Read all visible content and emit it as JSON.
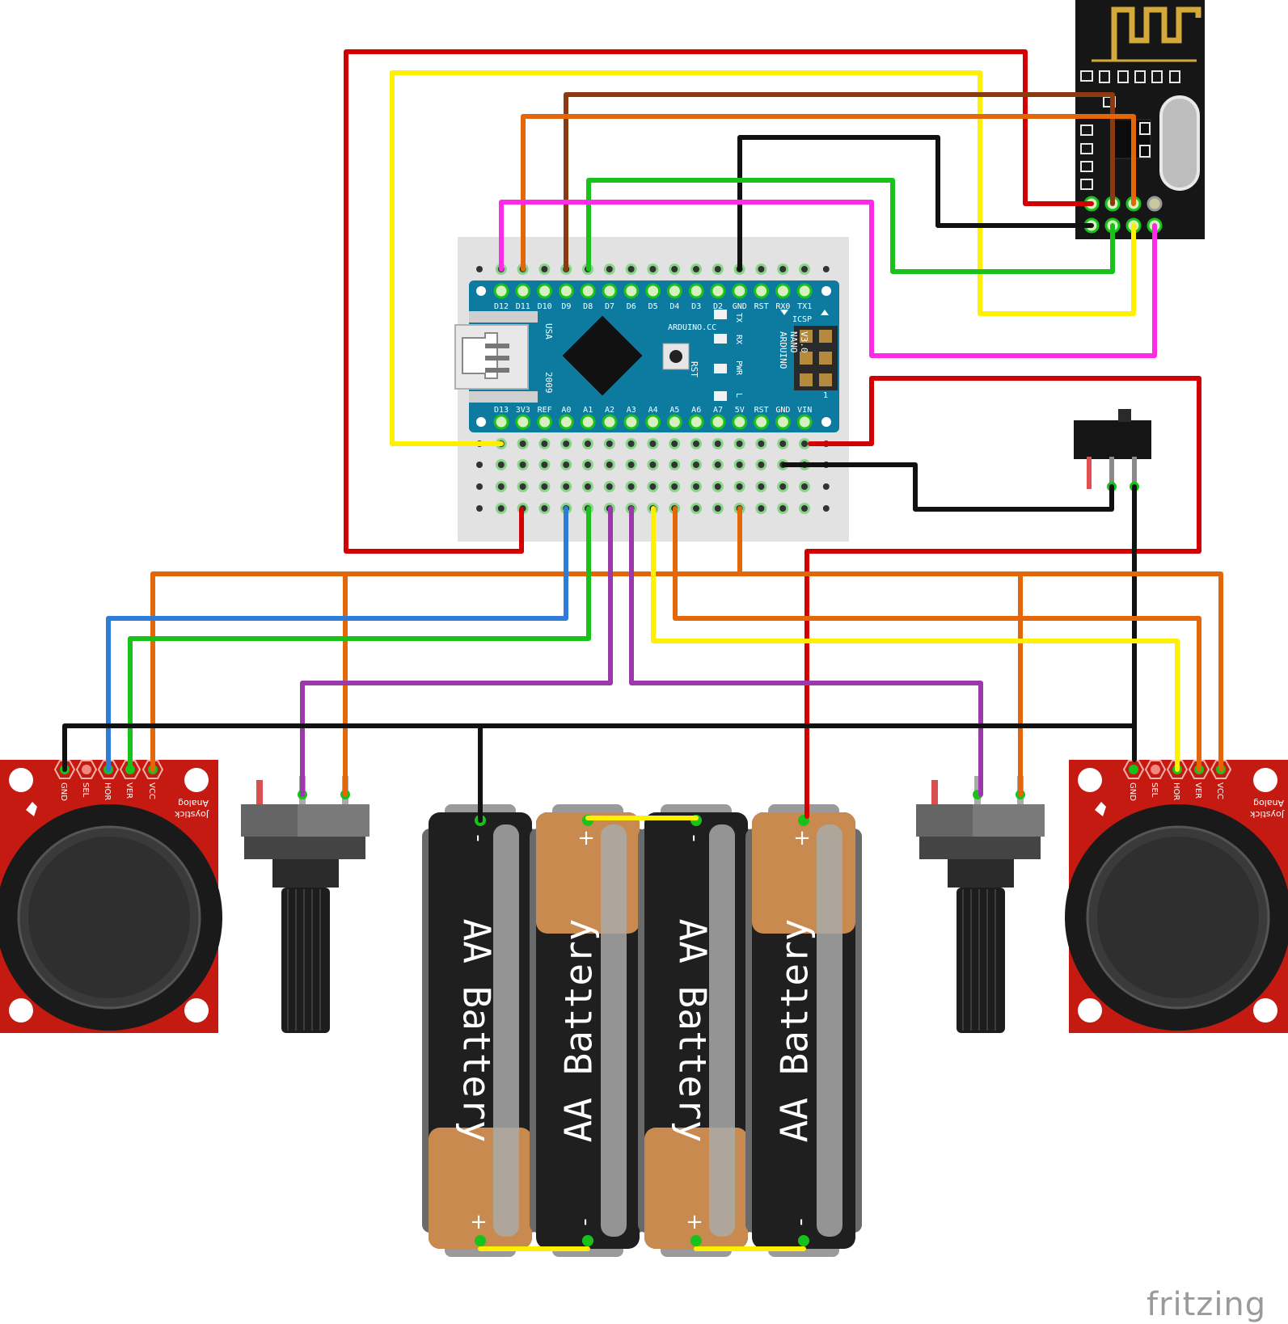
{
  "nano": {
    "top_pins": [
      "D12",
      "D11",
      "D10",
      "D9",
      "D8",
      "D7",
      "D6",
      "D5",
      "D4",
      "D3",
      "D2",
      "GND",
      "RST",
      "RX0",
      "TX1"
    ],
    "bottom_pins": [
      "D13",
      "3V3",
      "REF",
      "A0",
      "A1",
      "A2",
      "A3",
      "A4",
      "A5",
      "A6",
      "A7",
      "5V",
      "RST",
      "GND",
      "VIN"
    ],
    "brand": "ARDUINO.CC",
    "model_lines": [
      "ARDUINO",
      "NANO",
      "V3.0"
    ],
    "origin_top": "USA",
    "origin_bottom": "2009",
    "rst_label": "RST",
    "icsp_label": "ICSP",
    "icsp_pin_one": "1",
    "led_labels": [
      "TX",
      "RX",
      "PWR",
      "L"
    ]
  },
  "joystick": {
    "pin_labels": [
      "GND",
      "SEL",
      "HOR",
      "VER",
      "VCC"
    ],
    "title_line1": "Analog",
    "title_line2": "Joystick"
  },
  "battery": {
    "label": "AA Battery",
    "plus": "+",
    "minus": "-"
  },
  "watermark": "fritzing",
  "colors": {
    "red": "#d40000",
    "yellow": "#ffef00",
    "brown": "#8b3a0f",
    "orange": "#e36608",
    "black": "#111111",
    "green": "#19c21b",
    "magenta": "#ff29e8",
    "blue": "#2f7bd8",
    "purple": "#9a3aa8",
    "nano_board": "#0d7aa0",
    "joystick_board": "#c41a12",
    "breadboard": "#e3e3e3"
  }
}
